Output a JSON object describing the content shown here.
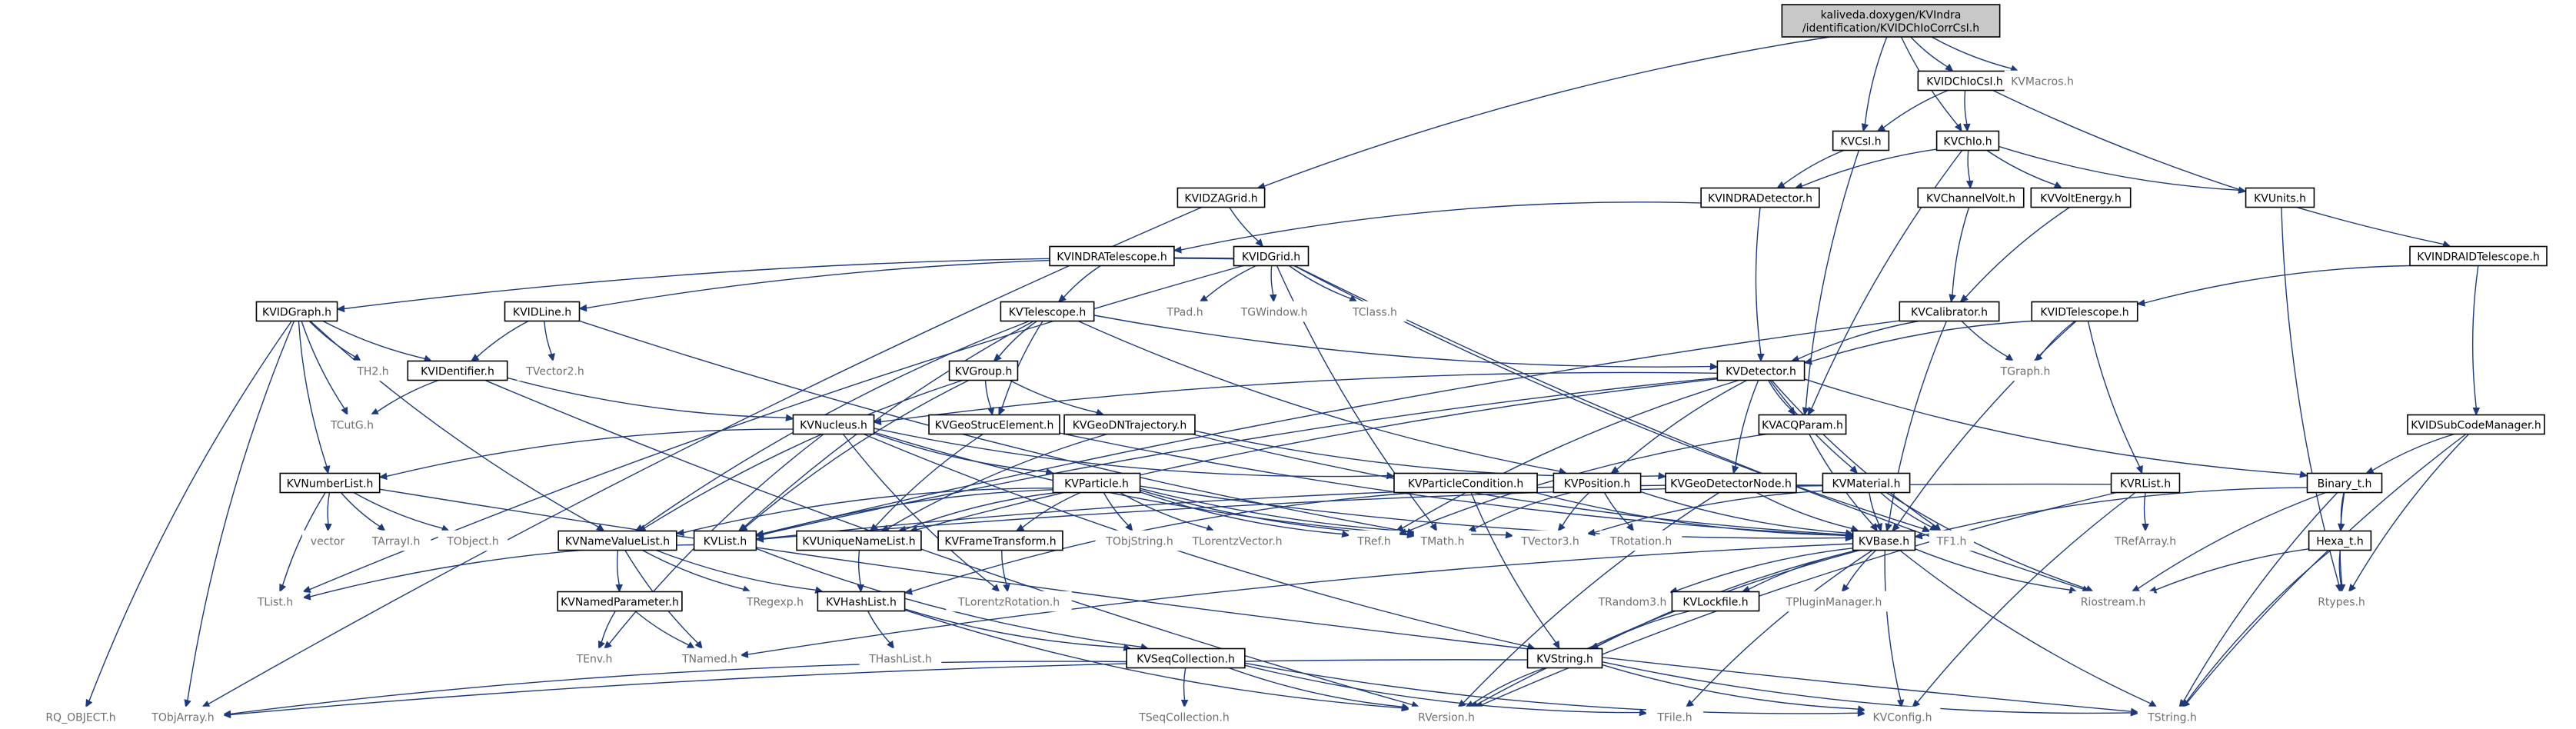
{
  "graph": {
    "title": "kaliveda.doxygen/KVIndra/identification/KVIDChIoCorrCsI.h",
    "nodes": [
      {
        "id": "root",
        "lines": [
          "kaliveda.doxygen/KVIndra",
          "/identification/KVIDChIoCorrCsI.h"
        ],
        "kind": "root",
        "icon": "include-file-icon"
      },
      {
        "id": "KVIDChIoCsI",
        "lines": [
          "KVIDChIoCsI.h"
        ],
        "kind": "std"
      },
      {
        "id": "KVMacros",
        "lines": [
          "KVMacros.h"
        ],
        "kind": "ext"
      },
      {
        "id": "KVCsI",
        "lines": [
          "KVCsI.h"
        ],
        "kind": "std"
      },
      {
        "id": "KVChIo",
        "lines": [
          "KVChIo.h"
        ],
        "kind": "std"
      },
      {
        "id": "KVIDZAGrid",
        "lines": [
          "KVIDZAGrid.h"
        ],
        "kind": "std"
      },
      {
        "id": "KVINDRADetector",
        "lines": [
          "KVINDRADetector.h"
        ],
        "kind": "std"
      },
      {
        "id": "KVChannelVolt",
        "lines": [
          "KVChannelVolt.h"
        ],
        "kind": "std"
      },
      {
        "id": "KVVoltEnergy",
        "lines": [
          "KVVoltEnergy.h"
        ],
        "kind": "std"
      },
      {
        "id": "KVUnits",
        "lines": [
          "KVUnits.h"
        ],
        "kind": "std"
      },
      {
        "id": "KVINDRATelescope",
        "lines": [
          "KVINDRATelescope.h"
        ],
        "kind": "std"
      },
      {
        "id": "KVIDGrid",
        "lines": [
          "KVIDGrid.h"
        ],
        "kind": "std"
      },
      {
        "id": "KVINDRAIDTelescope",
        "lines": [
          "KVINDRAIDTelescope.h"
        ],
        "kind": "std"
      },
      {
        "id": "TPad",
        "lines": [
          "TPad.h"
        ],
        "kind": "ext"
      },
      {
        "id": "TGWindow",
        "lines": [
          "TGWindow.h"
        ],
        "kind": "ext"
      },
      {
        "id": "TClass",
        "lines": [
          "TClass.h"
        ],
        "kind": "ext"
      },
      {
        "id": "KVIDGraph",
        "lines": [
          "KVIDGraph.h"
        ],
        "kind": "std"
      },
      {
        "id": "KVIDLine",
        "lines": [
          "KVIDLine.h"
        ],
        "kind": "std"
      },
      {
        "id": "KVTelescope",
        "lines": [
          "KVTelescope.h"
        ],
        "kind": "std"
      },
      {
        "id": "KVCalibrator",
        "lines": [
          "KVCalibrator.h"
        ],
        "kind": "std"
      },
      {
        "id": "KVIDTelescope",
        "lines": [
          "KVIDTelescope.h"
        ],
        "kind": "std"
      },
      {
        "id": "TH2",
        "lines": [
          "TH2.h"
        ],
        "kind": "ext"
      },
      {
        "id": "KVIDentifier",
        "lines": [
          "KVIDentifier.h"
        ],
        "kind": "std"
      },
      {
        "id": "TVector2",
        "lines": [
          "TVector2.h"
        ],
        "kind": "ext"
      },
      {
        "id": "KVGroup",
        "lines": [
          "KVGroup.h"
        ],
        "kind": "std"
      },
      {
        "id": "KVDetector",
        "lines": [
          "KVDetector.h"
        ],
        "kind": "std"
      },
      {
        "id": "TGraph",
        "lines": [
          "TGraph.h"
        ],
        "kind": "ext"
      },
      {
        "id": "KVIDSubCodeManager",
        "lines": [
          "KVIDSubCodeManager.h"
        ],
        "kind": "std"
      },
      {
        "id": "TCutG",
        "lines": [
          "TCutG.h"
        ],
        "kind": "ext"
      },
      {
        "id": "KVNucleus",
        "lines": [
          "KVNucleus.h"
        ],
        "kind": "std"
      },
      {
        "id": "KVGeoStrucElement",
        "lines": [
          "KVGeoStrucElement.h"
        ],
        "kind": "std"
      },
      {
        "id": "KVGeoDNTrajectory",
        "lines": [
          "KVGeoDNTrajectory.h"
        ],
        "kind": "std"
      },
      {
        "id": "KVACQParam",
        "lines": [
          "KVACQParam.h"
        ],
        "kind": "std"
      },
      {
        "id": "KVNumberList",
        "lines": [
          "KVNumberList.h"
        ],
        "kind": "std"
      },
      {
        "id": "KVParticle",
        "lines": [
          "KVParticle.h"
        ],
        "kind": "std"
      },
      {
        "id": "KVParticleCondition",
        "lines": [
          "KVParticleCondition.h"
        ],
        "kind": "std"
      },
      {
        "id": "KVPosition",
        "lines": [
          "KVPosition.h"
        ],
        "kind": "std"
      },
      {
        "id": "KVGeoDetectorNode",
        "lines": [
          "KVGeoDetectorNode.h"
        ],
        "kind": "std"
      },
      {
        "id": "KVMaterial",
        "lines": [
          "KVMaterial.h"
        ],
        "kind": "std"
      },
      {
        "id": "KVRList",
        "lines": [
          "KVRList.h"
        ],
        "kind": "std"
      },
      {
        "id": "Binary_t",
        "lines": [
          "Binary_t.h"
        ],
        "kind": "std"
      },
      {
        "id": "vector",
        "lines": [
          "vector"
        ],
        "kind": "ext"
      },
      {
        "id": "TArrayI",
        "lines": [
          "TArrayI.h"
        ],
        "kind": "ext"
      },
      {
        "id": "TObject",
        "lines": [
          "TObject.h"
        ],
        "kind": "ext"
      },
      {
        "id": "KVNameValueList",
        "lines": [
          "KVNameValueList.h"
        ],
        "kind": "std"
      },
      {
        "id": "KVList",
        "lines": [
          "KVList.h"
        ],
        "kind": "std"
      },
      {
        "id": "KVUniqueNameList",
        "lines": [
          "KVUniqueNameList.h"
        ],
        "kind": "std"
      },
      {
        "id": "KVFrameTransform",
        "lines": [
          "KVFrameTransform.h"
        ],
        "kind": "std"
      },
      {
        "id": "TObjString",
        "lines": [
          "TObjString.h"
        ],
        "kind": "ext"
      },
      {
        "id": "TLorentzVector",
        "lines": [
          "TLorentzVector.h"
        ],
        "kind": "ext"
      },
      {
        "id": "TRef",
        "lines": [
          "TRef.h"
        ],
        "kind": "ext"
      },
      {
        "id": "TMath",
        "lines": [
          "TMath.h"
        ],
        "kind": "ext"
      },
      {
        "id": "TVector3",
        "lines": [
          "TVector3.h"
        ],
        "kind": "ext"
      },
      {
        "id": "TRotation",
        "lines": [
          "TRotation.h"
        ],
        "kind": "ext"
      },
      {
        "id": "KVBase",
        "lines": [
          "KVBase.h"
        ],
        "kind": "std"
      },
      {
        "id": "TF1",
        "lines": [
          "TF1.h"
        ],
        "kind": "ext"
      },
      {
        "id": "TRefArray",
        "lines": [
          "TRefArray.h"
        ],
        "kind": "ext"
      },
      {
        "id": "Hexa_t",
        "lines": [
          "Hexa_t.h"
        ],
        "kind": "std"
      },
      {
        "id": "TList",
        "lines": [
          "TList.h"
        ],
        "kind": "ext"
      },
      {
        "id": "TRegexp",
        "lines": [
          "TRegexp.h"
        ],
        "kind": "ext"
      },
      {
        "id": "KVHashList",
        "lines": [
          "KVHashList.h"
        ],
        "kind": "std"
      },
      {
        "id": "TLorentzRotation",
        "lines": [
          "TLorentzRotation.h"
        ],
        "kind": "ext"
      },
      {
        "id": "KVNamedParameter",
        "lines": [
          "KVNamedParameter.h"
        ],
        "kind": "std"
      },
      {
        "id": "TRandom3",
        "lines": [
          "TRandom3.h"
        ],
        "kind": "ext"
      },
      {
        "id": "KVLockfile",
        "lines": [
          "KVLockfile.h"
        ],
        "kind": "std"
      },
      {
        "id": "TPluginManager",
        "lines": [
          "TPluginManager.h"
        ],
        "kind": "ext"
      },
      {
        "id": "Riostream",
        "lines": [
          "Riostream.h"
        ],
        "kind": "ext"
      },
      {
        "id": "Rtypes",
        "lines": [
          "Rtypes.h"
        ],
        "kind": "ext"
      },
      {
        "id": "TEnv",
        "lines": [
          "TEnv.h"
        ],
        "kind": "ext"
      },
      {
        "id": "TNamed",
        "lines": [
          "TNamed.h"
        ],
        "kind": "ext"
      },
      {
        "id": "THashList",
        "lines": [
          "THashList.h"
        ],
        "kind": "ext"
      },
      {
        "id": "KVString",
        "lines": [
          "KVString.h"
        ],
        "kind": "std"
      },
      {
        "id": "KVSeqCollection",
        "lines": [
          "KVSeqCollection.h"
        ],
        "kind": "std"
      },
      {
        "id": "RQ_OBJECT",
        "lines": [
          "RQ_OBJECT.h"
        ],
        "kind": "ext"
      },
      {
        "id": "TObjArray",
        "lines": [
          "TObjArray.h"
        ],
        "kind": "ext"
      },
      {
        "id": "TSeqCollection",
        "lines": [
          "TSeqCollection.h"
        ],
        "kind": "ext"
      },
      {
        "id": "RVersion",
        "lines": [
          "RVersion.h"
        ],
        "kind": "ext"
      },
      {
        "id": "TFile",
        "lines": [
          "TFile.h"
        ],
        "kind": "ext"
      },
      {
        "id": "KVConfig",
        "lines": [
          "KVConfig.h"
        ],
        "kind": "ext"
      },
      {
        "id": "TString",
        "lines": [
          "TString.h"
        ],
        "kind": "ext"
      }
    ],
    "edges": [
      [
        "root",
        "KVIDChIoCsI"
      ],
      [
        "root",
        "KVMacros"
      ],
      [
        "root",
        "KVCsI"
      ],
      [
        "root",
        "KVChIo"
      ],
      [
        "root",
        "KVIDZAGrid"
      ],
      [
        "KVIDChIoCsI",
        "KVCsI"
      ],
      [
        "KVIDChIoCsI",
        "KVChIo"
      ],
      [
        "KVIDChIoCsI",
        "KVINDRAIDTelescope"
      ],
      [
        "KVCsI",
        "KVINDRADetector"
      ],
      [
        "KVCsI",
        "KVACQParam"
      ],
      [
        "KVChIo",
        "KVINDRADetector"
      ],
      [
        "KVChIo",
        "KVChannelVolt"
      ],
      [
        "KVChIo",
        "KVVoltEnergy"
      ],
      [
        "KVChIo",
        "KVUnits"
      ],
      [
        "KVChIo",
        "KVACQParam"
      ],
      [
        "KVIDZAGrid",
        "KVIDGrid"
      ],
      [
        "KVIDZAGrid",
        "TObjArray"
      ],
      [
        "KVINDRADetector",
        "KVINDRATelescope"
      ],
      [
        "KVINDRADetector",
        "KVDetector"
      ],
      [
        "KVChannelVolt",
        "KVCalibrator"
      ],
      [
        "KVVoltEnergy",
        "KVCalibrator"
      ],
      [
        "KVUnits",
        "Rtypes"
      ],
      [
        "KVINDRATelescope",
        "KVTelescope"
      ],
      [
        "KVIDGrid",
        "TPad"
      ],
      [
        "KVIDGrid",
        "TGWindow"
      ],
      [
        "KVIDGrid",
        "TClass"
      ],
      [
        "KVIDGrid",
        "KVIDGraph"
      ],
      [
        "KVIDGrid",
        "KVIDLine"
      ],
      [
        "KVIDGrid",
        "TList"
      ],
      [
        "KVIDGrid",
        "TMath"
      ],
      [
        "KVIDGrid",
        "TF1"
      ],
      [
        "KVIDGrid",
        "Riostream"
      ],
      [
        "KVINDRAIDTelescope",
        "KVIDTelescope"
      ],
      [
        "KVINDRAIDTelescope",
        "KVIDSubCodeManager"
      ],
      [
        "KVIDGraph",
        "TH2"
      ],
      [
        "KVIDGraph",
        "KVIDentifier"
      ],
      [
        "KVIDGraph",
        "TCutG"
      ],
      [
        "KVIDGraph",
        "KVNumberList"
      ],
      [
        "KVIDGraph",
        "KVNameValueList"
      ],
      [
        "KVIDGraph",
        "RQ_OBJECT"
      ],
      [
        "KVIDGraph",
        "TObjArray"
      ],
      [
        "KVIDLine",
        "TVector2"
      ],
      [
        "KVIDLine",
        "KVIDentifier"
      ],
      [
        "KVIDLine",
        "TMath"
      ],
      [
        "KVTelescope",
        "KVGroup"
      ],
      [
        "KVTelescope",
        "KVGeoStrucElement"
      ],
      [
        "KVTelescope",
        "KVDetector"
      ],
      [
        "KVTelescope",
        "KVPosition"
      ],
      [
        "KVTelescope",
        "KVList"
      ],
      [
        "KVTelescope",
        "KVNameValueList"
      ],
      [
        "KVCalibrator",
        "TGraph"
      ],
      [
        "KVCalibrator",
        "KVDetector"
      ],
      [
        "KVCalibrator",
        "KVBase"
      ],
      [
        "KVCalibrator",
        "KVList"
      ],
      [
        "KVIDTelescope",
        "TGraph"
      ],
      [
        "KVIDTelescope",
        "KVDetector"
      ],
      [
        "KVIDTelescope",
        "KVRList"
      ],
      [
        "KVIDTelescope",
        "KVBase"
      ],
      [
        "KVIDentifier",
        "TCutG"
      ],
      [
        "KVIDentifier",
        "KVNucleus"
      ],
      [
        "KVIDentifier",
        "RVersion"
      ],
      [
        "KVGroup",
        "KVGeoStrucElement"
      ],
      [
        "KVGroup",
        "KVGeoDNTrajectory"
      ],
      [
        "KVGroup",
        "KVList"
      ],
      [
        "KVGroup",
        "KVNameValueList"
      ],
      [
        "KVDetector",
        "KVACQParam"
      ],
      [
        "KVDetector",
        "KVMaterial"
      ],
      [
        "KVDetector",
        "KVPosition"
      ],
      [
        "KVDetector",
        "KVGeoDetectorNode"
      ],
      [
        "KVDetector",
        "KVNucleus"
      ],
      [
        "KVDetector",
        "KVList"
      ],
      [
        "KVDetector",
        "Binary_t"
      ],
      [
        "KVDetector",
        "KVUniqueNameList"
      ],
      [
        "KVDetector",
        "TRef"
      ],
      [
        "KVDetector",
        "TF1"
      ],
      [
        "KVIDSubCodeManager",
        "Binary_t"
      ],
      [
        "KVIDSubCodeManager",
        "Rtypes"
      ],
      [
        "KVIDSubCodeManager",
        "TString"
      ],
      [
        "KVNucleus",
        "KVNumberList"
      ],
      [
        "KVNucleus",
        "KVParticle"
      ],
      [
        "KVNucleus",
        "KVParticleCondition"
      ],
      [
        "KVNucleus",
        "TEnv"
      ],
      [
        "KVNucleus",
        "KVString"
      ],
      [
        "KVNucleus",
        "TLorentzRotation"
      ],
      [
        "KVNucleus",
        "TMath"
      ],
      [
        "KVGeoStrucElement",
        "KVUniqueNameList"
      ],
      [
        "KVGeoStrucElement",
        "KVBase"
      ],
      [
        "KVGeoDNTrajectory",
        "KVGeoDetectorNode"
      ],
      [
        "KVGeoDNTrajectory",
        "KVUniqueNameList"
      ],
      [
        "KVGeoDNTrajectory",
        "KVBase"
      ],
      [
        "KVACQParam",
        "KVBase"
      ],
      [
        "KVACQParam",
        "TRef"
      ],
      [
        "KVNumberList",
        "vector"
      ],
      [
        "KVNumberList",
        "TArrayI"
      ],
      [
        "KVNumberList",
        "TObject"
      ],
      [
        "KVNumberList",
        "TList"
      ],
      [
        "KVNumberList",
        "TString"
      ],
      [
        "KVParticle",
        "KVNameValueList"
      ],
      [
        "KVParticle",
        "KVList"
      ],
      [
        "KVParticle",
        "KVUniqueNameList"
      ],
      [
        "KVParticle",
        "KVFrameTransform"
      ],
      [
        "KVParticle",
        "TObjString"
      ],
      [
        "KVParticle",
        "TLorentzVector"
      ],
      [
        "KVParticle",
        "TRef"
      ],
      [
        "KVParticle",
        "TMath"
      ],
      [
        "KVParticle",
        "TVector3"
      ],
      [
        "KVParticle",
        "KVBase"
      ],
      [
        "KVParticleCondition",
        "KVString"
      ],
      [
        "KVParticleCondition",
        "KVHashList"
      ],
      [
        "KVParticleCondition",
        "KVBase"
      ],
      [
        "KVPosition",
        "TVector3"
      ],
      [
        "KVPosition",
        "TRotation"
      ],
      [
        "KVPosition",
        "KVBase"
      ],
      [
        "KVPosition",
        "TMath"
      ],
      [
        "KVGeoDetectorNode",
        "KVBase"
      ],
      [
        "KVGeoDetectorNode",
        "RVersion"
      ],
      [
        "KVMaterial",
        "KVList"
      ],
      [
        "KVMaterial",
        "KVBase"
      ],
      [
        "KVMaterial",
        "TVector3"
      ],
      [
        "KVMaterial",
        "Riostream"
      ],
      [
        "KVMaterial",
        "TF1"
      ],
      [
        "KVRList",
        "KVList"
      ],
      [
        "KVRList",
        "TRefArray"
      ],
      [
        "KVRList",
        "RVersion"
      ],
      [
        "KVRList",
        "KVConfig"
      ],
      [
        "Binary_t",
        "KVBase"
      ],
      [
        "Binary_t",
        "Hexa_t"
      ],
      [
        "Binary_t",
        "Riostream"
      ],
      [
        "Binary_t",
        "Rtypes"
      ],
      [
        "Binary_t",
        "TString"
      ],
      [
        "KVNameValueList",
        "KVNamedParameter"
      ],
      [
        "KVNameValueList",
        "TRegexp"
      ],
      [
        "KVNameValueList",
        "KVHashList"
      ],
      [
        "KVNameValueList",
        "TNamed"
      ],
      [
        "KVList",
        "KVSeqCollection"
      ],
      [
        "KVList",
        "TList"
      ],
      [
        "KVUniqueNameList",
        "KVHashList"
      ],
      [
        "KVFrameTransform",
        "TLorentzRotation"
      ],
      [
        "KVBase",
        "TRandom3"
      ],
      [
        "KVBase",
        "KVLockfile"
      ],
      [
        "KVBase",
        "TPluginManager"
      ],
      [
        "KVBase",
        "Riostream"
      ],
      [
        "KVBase",
        "KVString"
      ],
      [
        "KVBase",
        "KVConfig"
      ],
      [
        "KVBase",
        "TString"
      ],
      [
        "KVBase",
        "RVersion"
      ],
      [
        "KVBase",
        "TNamed"
      ],
      [
        "KVBase",
        "TFile"
      ],
      [
        "Hexa_t",
        "Riostream"
      ],
      [
        "Hexa_t",
        "Rtypes"
      ],
      [
        "Hexa_t",
        "TString"
      ],
      [
        "KVHashList",
        "THashList"
      ],
      [
        "KVHashList",
        "KVSeqCollection"
      ],
      [
        "KVHashList",
        "RVersion"
      ],
      [
        "KVNamedParameter",
        "TEnv"
      ],
      [
        "KVNamedParameter",
        "TNamed"
      ],
      [
        "KVLockfile",
        "KVString"
      ],
      [
        "KVString",
        "RVersion"
      ],
      [
        "KVString",
        "KVConfig"
      ],
      [
        "KVString",
        "TString"
      ],
      [
        "KVString",
        "TObjArray"
      ],
      [
        "KVSeqCollection",
        "RVersion"
      ],
      [
        "KVSeqCollection",
        "TSeqCollection"
      ],
      [
        "KVSeqCollection",
        "KVConfig"
      ],
      [
        "KVSeqCollection",
        "TFile"
      ],
      [
        "KVSeqCollection",
        "TObjArray"
      ]
    ]
  }
}
